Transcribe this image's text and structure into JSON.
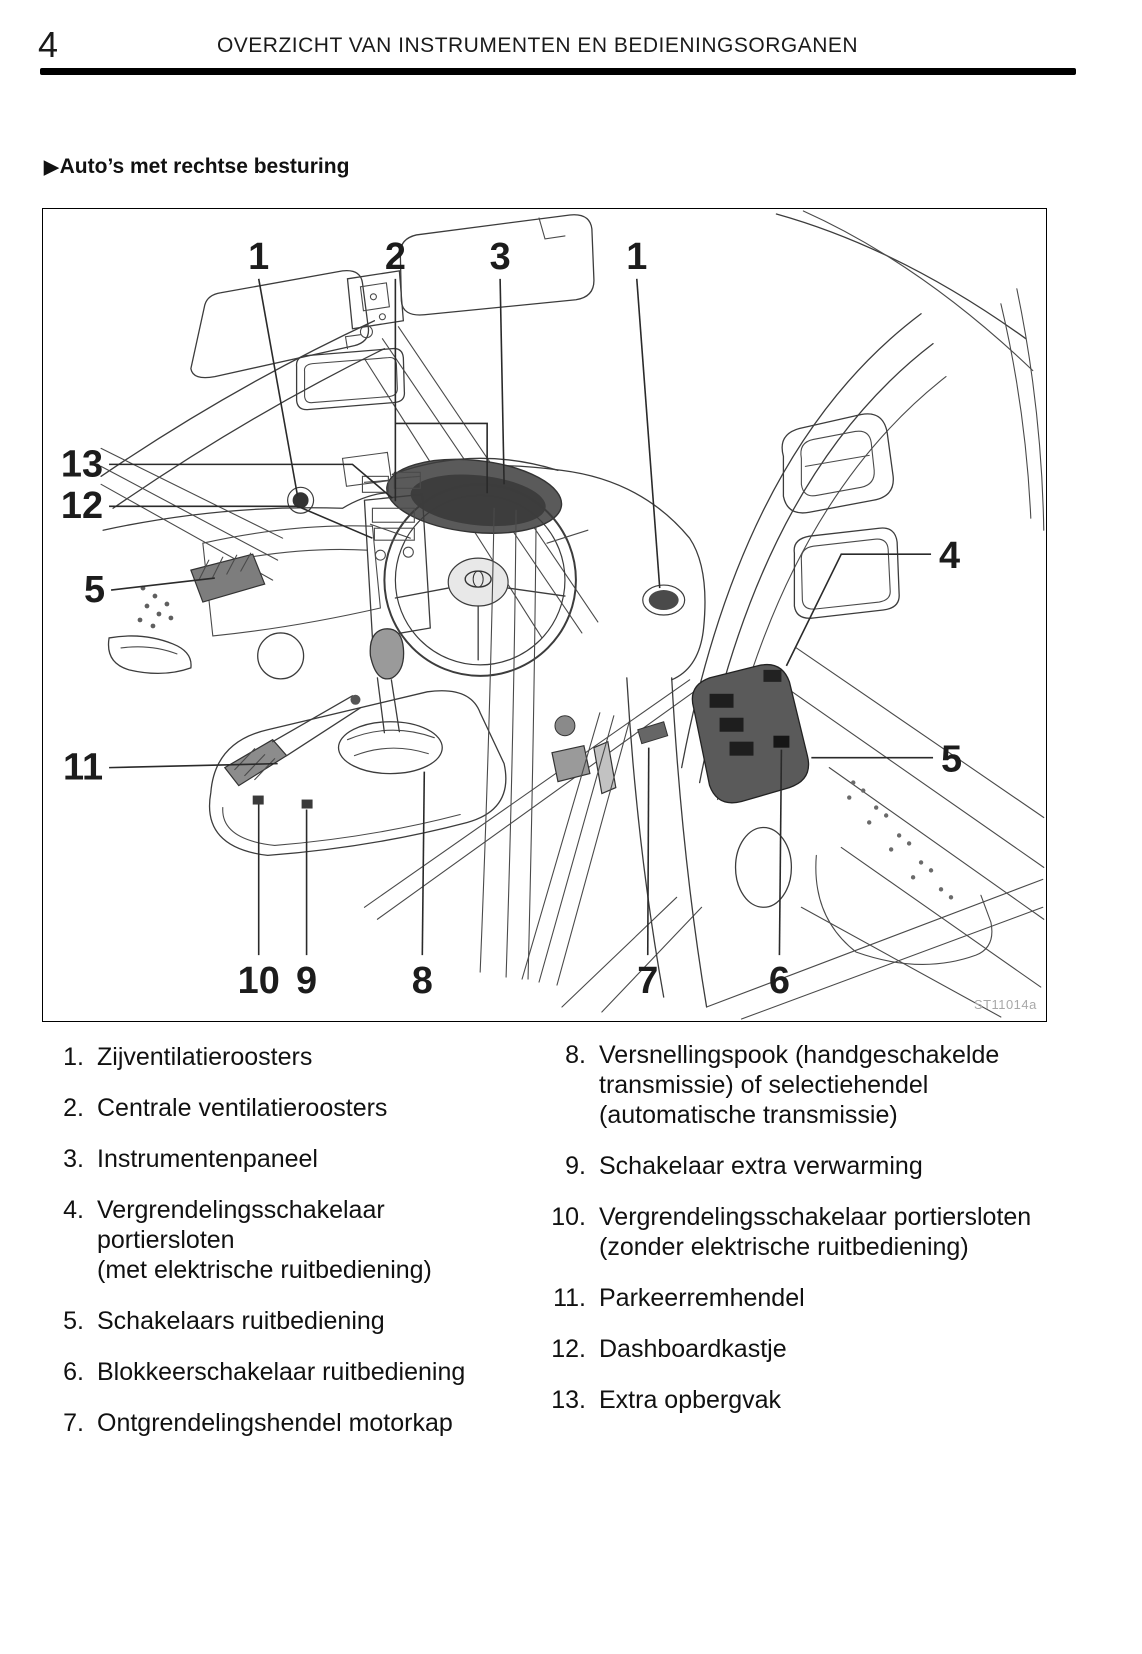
{
  "page": {
    "number": "4",
    "header_title": "OVERZICHT VAN INSTRUMENTEN EN BEDIENINGSORGANEN",
    "section_marker": "▶",
    "section_heading": "Auto’s met rechtse besturing"
  },
  "figure": {
    "code": "ST11014a",
    "callouts": {
      "top_1": "1",
      "top_2": "2",
      "top_3": "3",
      "top_1r": "1",
      "left_13": "13",
      "left_12": "12",
      "left_5": "5",
      "left_11": "11",
      "right_4": "4",
      "right_5": "5",
      "bottom_10": "10",
      "bottom_9": "9",
      "bottom_8": "8",
      "bottom_7": "7",
      "bottom_6": "6"
    }
  },
  "legend": {
    "left": [
      {
        "num": "1.",
        "line1": "Zijventilatieroosters"
      },
      {
        "num": "2.",
        "line1": "Centrale ventilatieroosters"
      },
      {
        "num": "3.",
        "line1": "Instrumentenpaneel"
      },
      {
        "num": "4.",
        "line1": "Vergrendelingsschakelaar portiersloten",
        "line2": "(met elektrische ruitbediening)"
      },
      {
        "num": "5.",
        "line1": "Schakelaars ruitbediening"
      },
      {
        "num": "6.",
        "line1": "Blokkeerschakelaar ruitbediening"
      },
      {
        "num": "7.",
        "line1": "Ontgrendelingshendel motorkap"
      }
    ],
    "right": [
      {
        "num": "8.",
        "line1": "Versnellingspook (handgeschakelde",
        "line2": "transmissie) of selectiehendel",
        "line3": "(automatische transmissie)"
      },
      {
        "num": "9.",
        "line1": "Schakelaar extra verwarming"
      },
      {
        "num": "10.",
        "line1": "Vergrendelingsschakelaar portiersloten",
        "line2": "(zonder elektrische ruitbediening)"
      },
      {
        "num": "11.",
        "line1": "Parkeerremhendel"
      },
      {
        "num": "12.",
        "line1": "Dashboardkastje"
      },
      {
        "num": "13.",
        "line1": "Extra opbergvak"
      }
    ]
  }
}
